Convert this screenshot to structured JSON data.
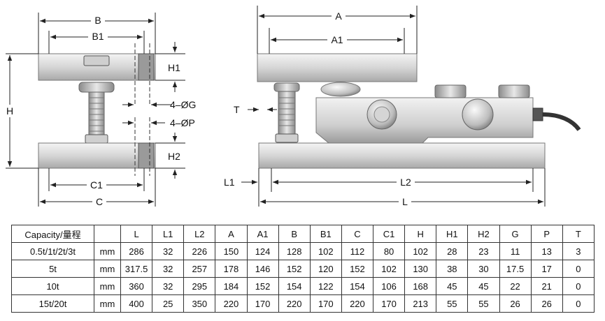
{
  "drawing": {
    "left_view": {
      "labels": {
        "B": "B",
        "B1": "B1",
        "H": "H",
        "H1": "H1",
        "H2": "H2",
        "G": "4–ØG",
        "P": "4–ØP",
        "C1": "C1",
        "C": "C"
      }
    },
    "right_view": {
      "labels": {
        "A": "A",
        "A1": "A1",
        "T": "T",
        "L1": "L1",
        "L2": "L2",
        "L": "L"
      }
    }
  },
  "table": {
    "headers": [
      "Capacity/量程",
      "",
      "L",
      "L1",
      "L2",
      "A",
      "A1",
      "B",
      "B1",
      "C",
      "C1",
      "H",
      "H1",
      "H2",
      "G",
      "P",
      "T"
    ],
    "rows": [
      [
        "0.5t/1t/2t/3t",
        "mm",
        "286",
        "32",
        "226",
        "150",
        "124",
        "128",
        "102",
        "112",
        "80",
        "102",
        "28",
        "23",
        "11",
        "13",
        "3"
      ],
      [
        "5t",
        "mm",
        "317.5",
        "32",
        "257",
        "178",
        "146",
        "152",
        "120",
        "152",
        "102",
        "130",
        "38",
        "30",
        "17.5",
        "17",
        "0"
      ],
      [
        "10t",
        "mm",
        "360",
        "32",
        "295",
        "184",
        "152",
        "154",
        "122",
        "154",
        "106",
        "168",
        "45",
        "45",
        "22",
        "21",
        "0"
      ],
      [
        "15t/20t",
        "mm",
        "400",
        "25",
        "350",
        "220",
        "170",
        "220",
        "170",
        "220",
        "170",
        "213",
        "55",
        "55",
        "26",
        "26",
        "0"
      ]
    ]
  },
  "colors": {
    "steel_light": "#e4e4e4",
    "steel_mid": "#b8b8b8",
    "steel_dark": "#7a7a7a",
    "line": "#222222"
  }
}
